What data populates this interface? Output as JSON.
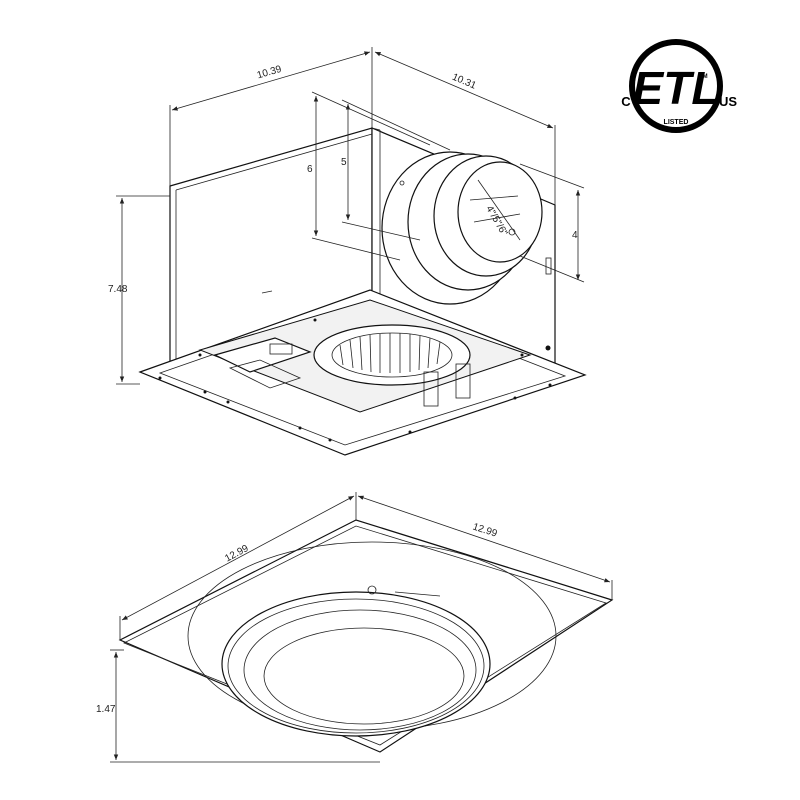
{
  "logo": {
    "text": "ETL",
    "left": "C",
    "right": "US",
    "small": "CM",
    "listed": "LISTED"
  },
  "housing_dims": {
    "width": "10.39",
    "depth": "10.31",
    "height": "7.48",
    "duct_top": "6",
    "duct_mid": "5",
    "duct_dia": "4",
    "duct_mark": "4\"/5\"/6\""
  },
  "grille_dims": {
    "width": "12.99",
    "depth": "12.99",
    "height": "1.47"
  }
}
